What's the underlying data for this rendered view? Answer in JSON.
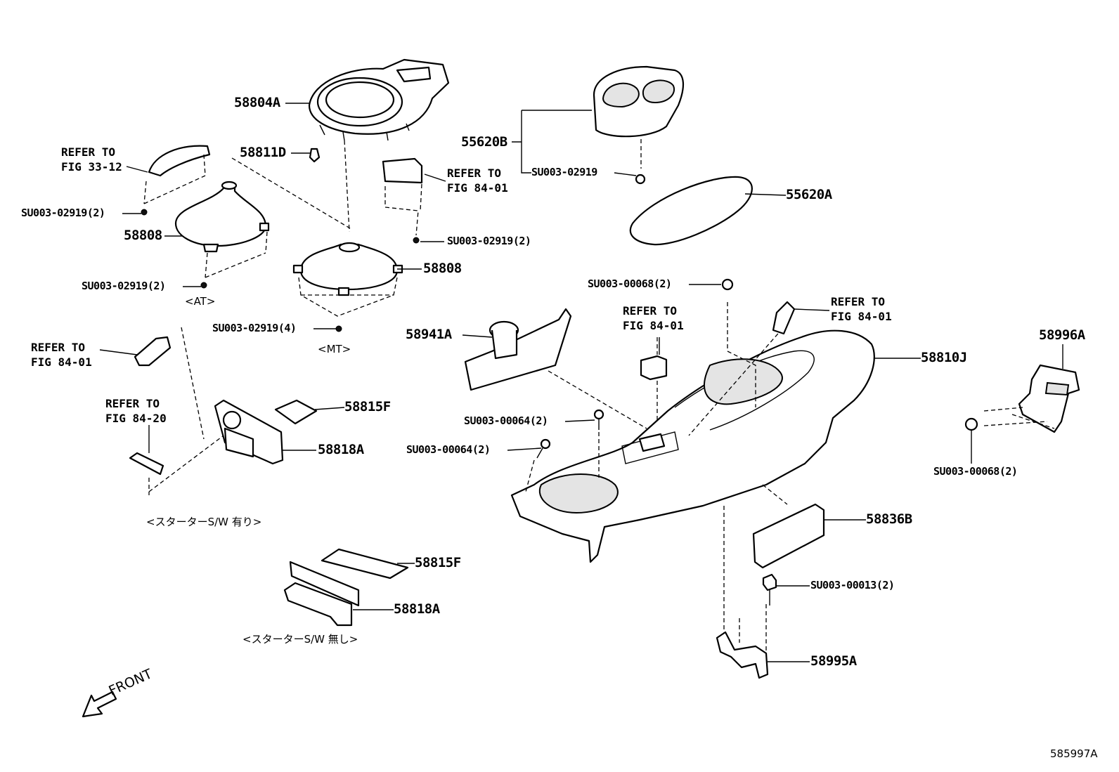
{
  "parts": {
    "p58804A": "58804A",
    "p58811D": "58811D",
    "p55620B": "55620B",
    "p55620A": "55620A",
    "p58808_at": "58808",
    "p58808_mt": "58808",
    "p58941A": "58941A",
    "p58810J": "58810J",
    "p58996A": "58996A",
    "p58815F_a": "58815F",
    "p58818A_a": "58818A",
    "p58815F_b": "58815F",
    "p58818A_b": "58818A",
    "p58836B": "58836B",
    "p58995A": "58995A"
  },
  "fasteners": {
    "f1": "SU003-02919(2)",
    "f2": "SU003-02919(2)",
    "f3": "SU003-02919",
    "f4": "SU003-02919(2)",
    "f5": "SU003-02919(4)",
    "f6": "SU003-00068(2)",
    "f7": "SU003-00064(2)",
    "f8": "SU003-00064(2)",
    "f9": "SU003-00068(2)",
    "f10": "SU003-00013(2)"
  },
  "refs": {
    "r1": "REFER TO\nFIG 33-12",
    "r2": "REFER TO\nFIG 84-01",
    "r3": "REFER TO\nFIG 84-01",
    "r4": "REFER TO\nFIG 84-20",
    "r5": "REFER TO\nFIG 84-01",
    "r6": "REFER TO\nFIG 84-01"
  },
  "notes": {
    "at": "<AT>",
    "mt": "<MT>",
    "starter_with": "<スターターS/W 有り>",
    "starter_without": "<スターターS/W 無し>",
    "front": "FRONT"
  },
  "diagram_code": "585997A"
}
